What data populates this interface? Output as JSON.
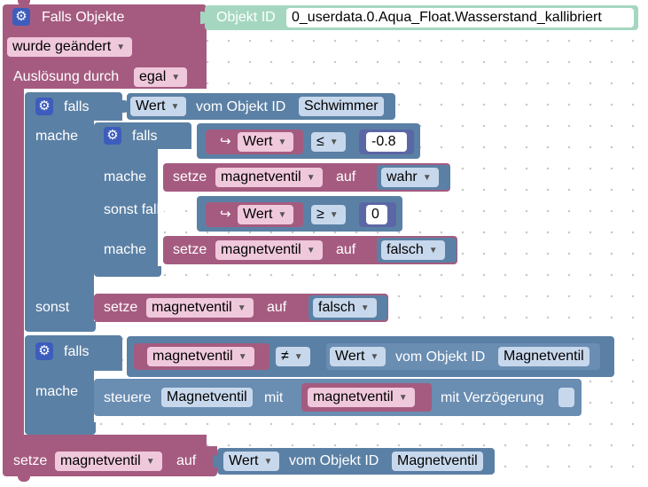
{
  "event": {
    "title": "Falls Objekte",
    "object_id_label": "Objekt ID",
    "object_id_value": "0_userdata.0.Aqua_Float.Wasserstand_kallibriert",
    "changed_label": "wurde geändert",
    "trigger_label": "Auslösung durch",
    "trigger_value": "egal"
  },
  "if1": {
    "if_label": "falls",
    "value_label": "Wert",
    "from_object_label": "vom Objekt ID",
    "object_name": "Schwimmer",
    "do_label": "mache",
    "else_label": "sonst"
  },
  "if1_inner": {
    "if_label": "falls",
    "compare1_value": "Wert",
    "compare1_op": "≤",
    "compare1_num": "-0.8",
    "do_label": "mache",
    "set_label": "setze",
    "var_name": "magnetventil",
    "to_label": "auf",
    "bool_true": "wahr",
    "elseif_label": "sonst falls",
    "compare2_value": "Wert",
    "compare2_op": "≥",
    "compare2_num": "0",
    "bool_false": "falsch"
  },
  "else_set": {
    "set_label": "setze",
    "var_name": "magnetventil",
    "to_label": "auf",
    "bool_value": "falsch"
  },
  "if2": {
    "if_label": "falls",
    "var_name": "magnetventil",
    "op": "≠",
    "value_label": "Wert",
    "from_object_label": "vom Objekt ID",
    "object_name": "Magnetventil",
    "do_label": "mache",
    "control_label": "steuere",
    "control_target": "Magnetventil",
    "with_label": "mit",
    "control_var": "magnetventil",
    "delay_label": "mit Verzögerung"
  },
  "final_set": {
    "set_label": "setze",
    "var_name": "magnetventil",
    "to_label": "auf",
    "value_label": "Wert",
    "from_object_label": "vom Objekt ID",
    "object_name": "Magnetventil"
  },
  "colors": {
    "trigger": "#a55b80",
    "logic": "#5b80a5",
    "math": "#5b67a5",
    "object_id": "#a5d7c0"
  },
  "icons": [
    "gear-icon",
    "return-arrow-icon",
    "dropdown-arrow-icon"
  ]
}
